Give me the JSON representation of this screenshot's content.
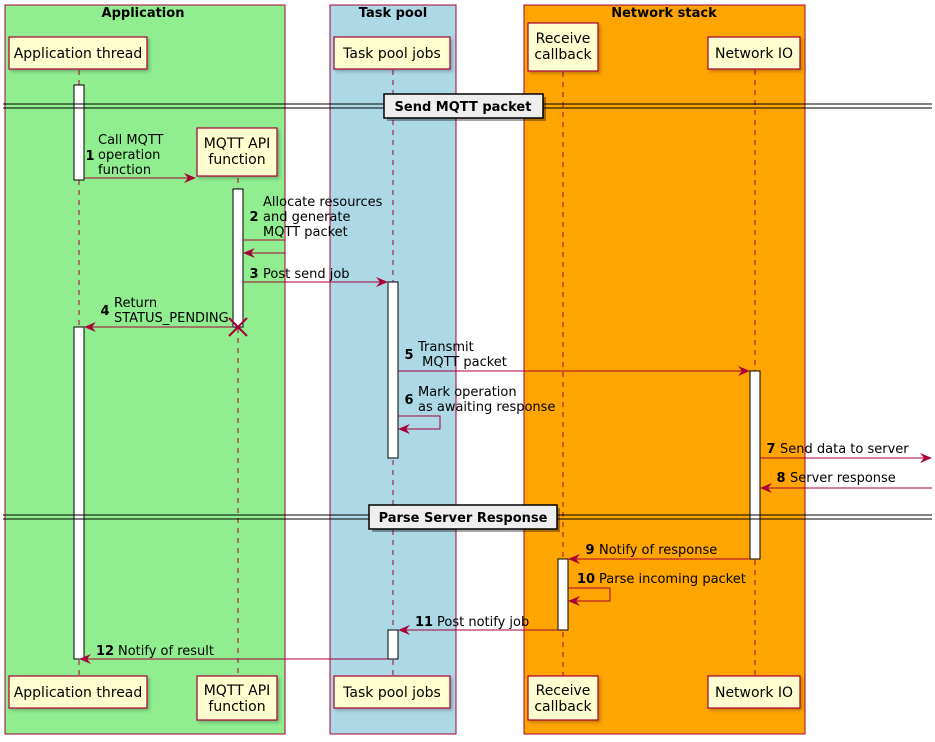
{
  "boxes": [
    {
      "id": "application",
      "title": "Application",
      "color": "#90ee90"
    },
    {
      "id": "taskpool",
      "title": "Task pool",
      "color": "#add8e6"
    },
    {
      "id": "network",
      "title": "Network stack",
      "color": "#ffa500"
    }
  ],
  "participants": {
    "app_thread": "Application thread",
    "mqtt_api_line1": "MQTT API",
    "mqtt_api_line2": "function",
    "task_pool_jobs": "Task pool jobs",
    "receive_cb_line1": "Receive",
    "receive_cb_line2": "callback",
    "network_io": "Network IO"
  },
  "dividers": {
    "send": "Send MQTT packet",
    "parse": "Parse Server Response"
  },
  "messages": [
    {
      "num": "1",
      "lines": [
        "Call MQTT",
        "operation",
        "function"
      ]
    },
    {
      "num": "2",
      "lines": [
        "Allocate resources",
        "and generate",
        "MQTT packet"
      ]
    },
    {
      "num": "3",
      "lines": [
        "Post send job"
      ]
    },
    {
      "num": "4",
      "lines": [
        "Return",
        "STATUS_PENDING"
      ]
    },
    {
      "num": "5",
      "lines": [
        "Transmit",
        " MQTT packet"
      ]
    },
    {
      "num": "6",
      "lines": [
        "Mark operation",
        "as awaiting response"
      ]
    },
    {
      "num": "7",
      "lines": [
        "Send data to server"
      ]
    },
    {
      "num": "8",
      "lines": [
        "Server response"
      ]
    },
    {
      "num": "9",
      "lines": [
        "Notify of response"
      ]
    },
    {
      "num": "10",
      "lines": [
        "Parse incoming packet"
      ]
    },
    {
      "num": "11",
      "lines": [
        "Post notify job"
      ]
    },
    {
      "num": "12",
      "lines": [
        "Notify of result"
      ]
    }
  ],
  "colors": {
    "participant_fill": "#fefece",
    "participant_border": "#a80036",
    "arrow": "#a80036",
    "divider_fill": "#eeeeee"
  }
}
